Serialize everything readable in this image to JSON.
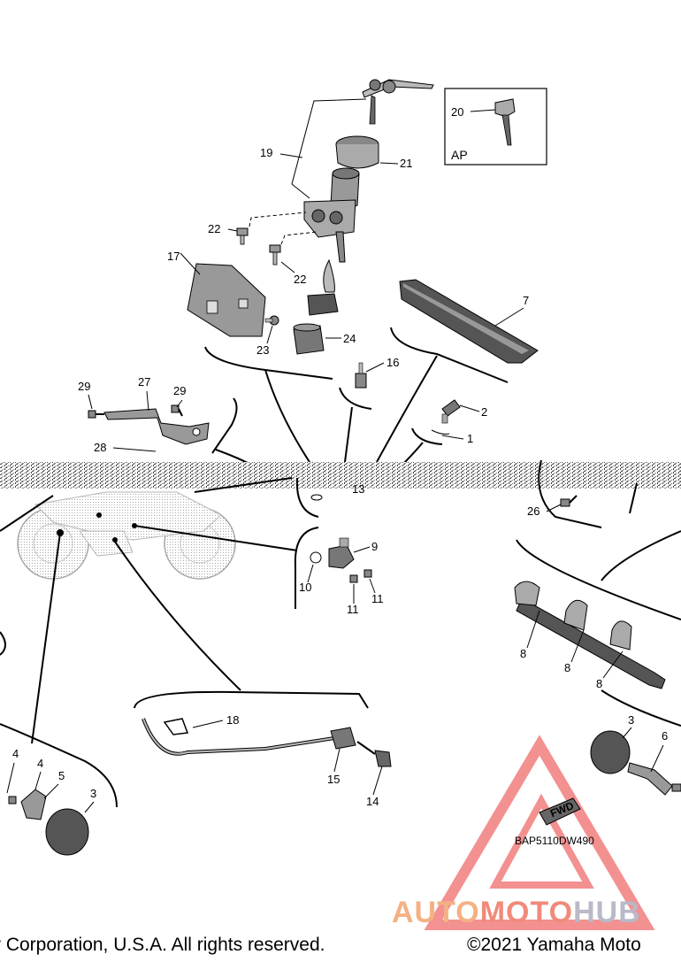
{
  "diagram": {
    "ap_box_label": "AP",
    "part_code": "BAP5110DW490",
    "fwd_label": "FWD",
    "labels": {
      "p1": "1",
      "p2": "2",
      "p3a": "3",
      "p3b": "3",
      "p4a": "4",
      "p4b": "4",
      "p5": "5",
      "p6": "6",
      "p7": "7",
      "p8a": "8",
      "p8b": "8",
      "p8c": "8",
      "p9": "9",
      "p10": "10",
      "p11a": "11",
      "p11b": "11",
      "p13": "13",
      "p14": "14",
      "p15": "15",
      "p16": "16",
      "p17": "17",
      "p18": "18",
      "p19": "19",
      "p20": "20",
      "p21": "21",
      "p22a": "22",
      "p22b": "22",
      "p23": "23",
      "p24": "24",
      "p26": "26",
      "p27": "27",
      "p28": "28",
      "p29a": "29",
      "p29b": "29"
    }
  },
  "footer": {
    "left_text": "r Corporation, U.S.A. All rights reserved.",
    "right_text": "©2021 Yamaha Moto"
  },
  "watermark": {
    "part1": "AUTO",
    "part2": "MOTO",
    "part3": "HUB"
  },
  "colors": {
    "watermark_auto": "#f4b183",
    "watermark_moto": "#f08a7a",
    "watermark_hub": "#b9b9c8",
    "watermark_triangle": "#f06c6c"
  }
}
